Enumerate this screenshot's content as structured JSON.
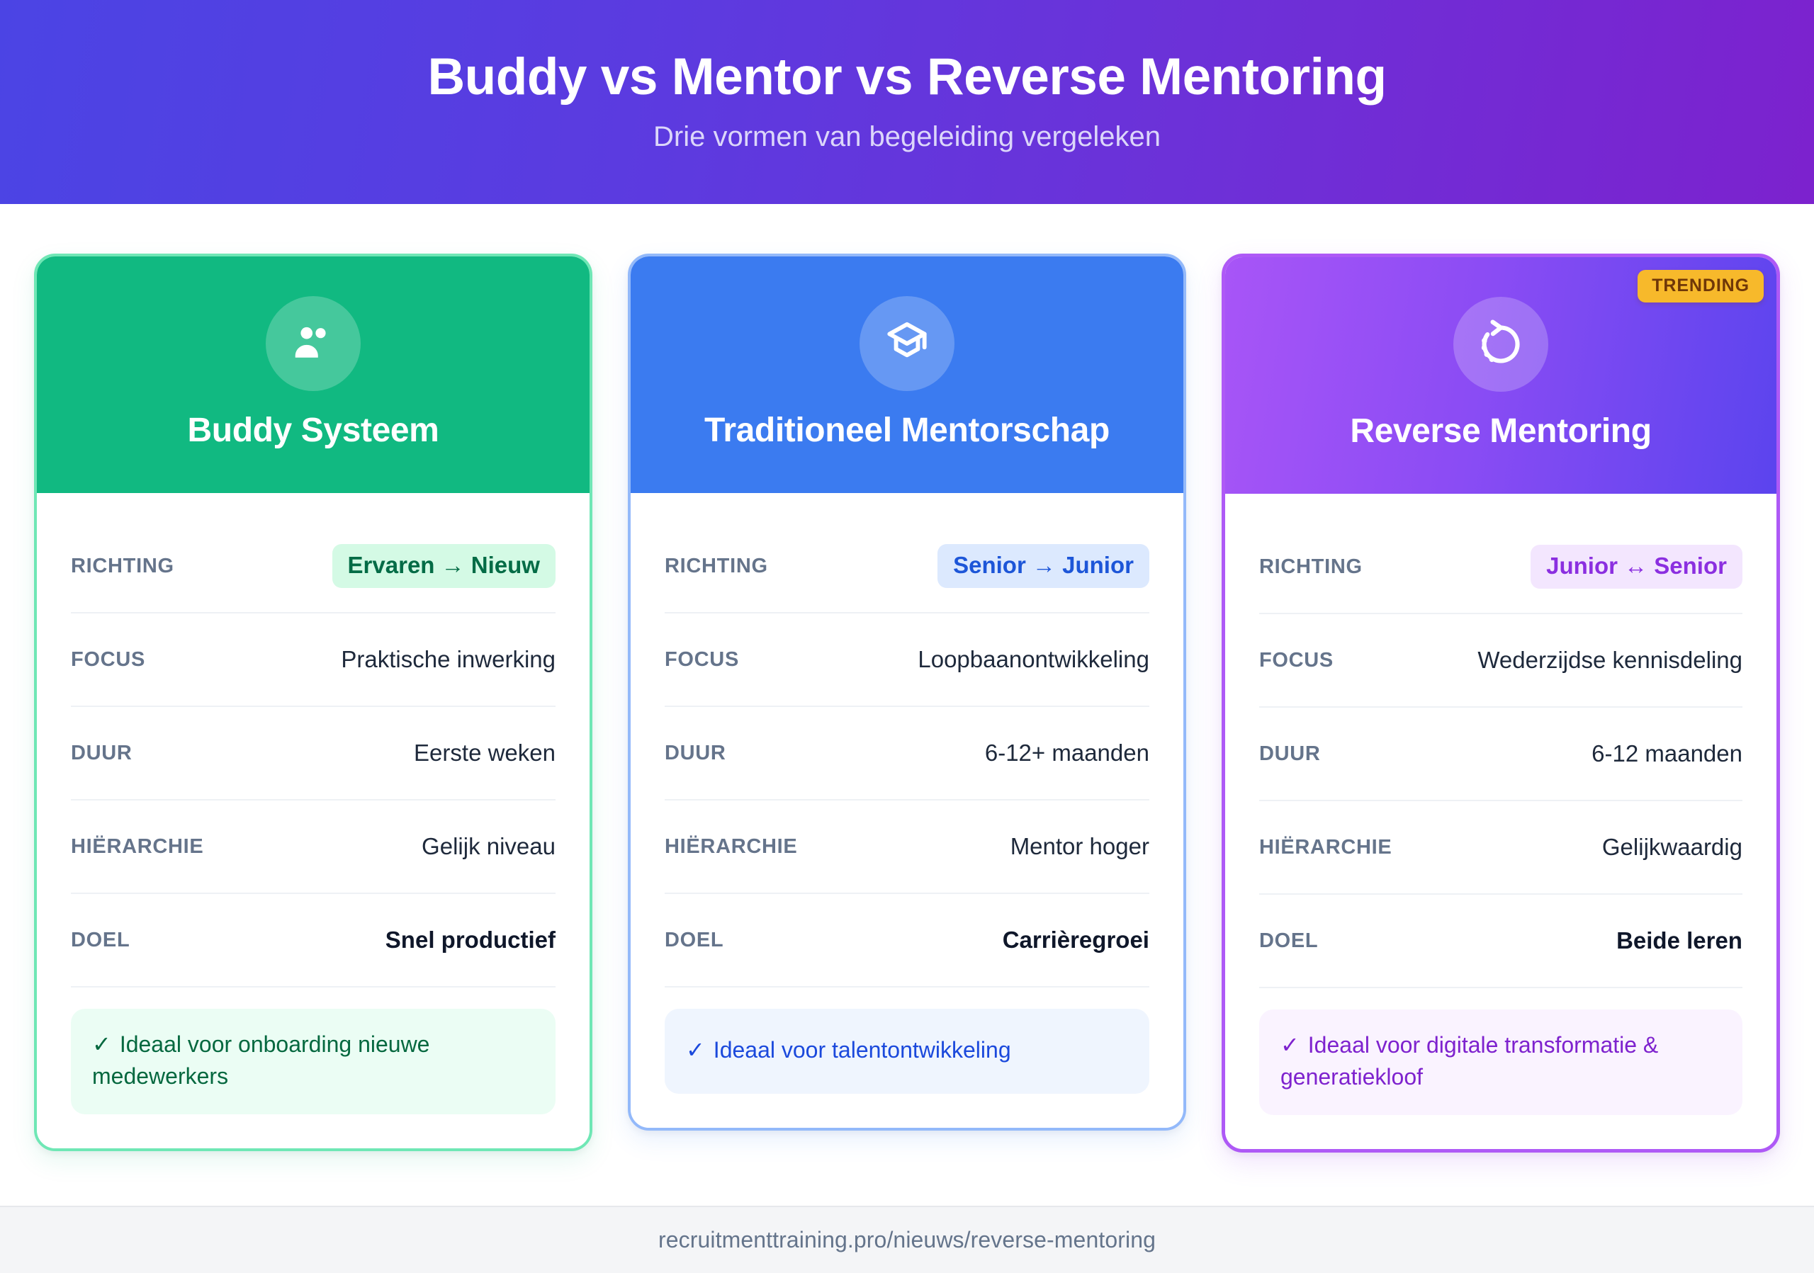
{
  "header": {
    "title": "Buddy vs Mentor vs Reverse Mentoring",
    "subtitle": "Drie vormen van begeleiding vergeleken",
    "gradient_from": "#4B44E4",
    "gradient_to": "#7C22CE"
  },
  "cards": [
    {
      "id": "buddy",
      "title": "Buddy Systeem",
      "icon": "people-icon",
      "accent": "#11B981",
      "border": "#6FE7B5",
      "pill_bg": "#D4FAE5",
      "pill_text": "#046C46",
      "badge": null,
      "rows": [
        {
          "label": "RICHTING",
          "value": "Ervaren → Nieuw",
          "style": "pill"
        },
        {
          "label": "FOCUS",
          "value": "Praktische inwerking",
          "style": "plain"
        },
        {
          "label": "DUUR",
          "value": "Eerste weken",
          "style": "plain"
        },
        {
          "label": "HIËRARCHIE",
          "value": "Gelijk niveau",
          "style": "plain"
        },
        {
          "label": "DOEL",
          "value": "Snel productief",
          "style": "strong"
        }
      ],
      "callout": {
        "tick": "✓",
        "text": "Ideaal voor onboarding nieuwe medewerkers",
        "bg": "#EBFDF4",
        "text_color": "#05683F"
      }
    },
    {
      "id": "mentor",
      "title": "Traditioneel Mentorschap",
      "icon": "graduation-cap-icon",
      "accent": "#3B7BF0",
      "border": "#93B9FA",
      "pill_bg": "#DCE9FE",
      "pill_text": "#1D56D8",
      "badge": null,
      "rows": [
        {
          "label": "RICHTING",
          "value": "Senior → Junior",
          "style": "pill"
        },
        {
          "label": "FOCUS",
          "value": "Loopbaanontwikkeling",
          "style": "plain"
        },
        {
          "label": "DUUR",
          "value": "6-12+ maanden",
          "style": "plain"
        },
        {
          "label": "HIËRARCHIE",
          "value": "Mentor hoger",
          "style": "plain"
        },
        {
          "label": "DOEL",
          "value": "Carrièregroei",
          "style": "strong"
        }
      ],
      "callout": {
        "tick": "✓",
        "text": "Ideaal voor talentontwikkeling",
        "bg": "#EFF5FE",
        "text_color": "#1B49DC"
      }
    },
    {
      "id": "reverse",
      "title": "Reverse Mentoring",
      "icon": "rotate-left-icon",
      "accent": "#A855F7",
      "border": "#AE59F6",
      "pill_bg": "#F3E6FE",
      "pill_text": "#8B2FE0",
      "badge": {
        "label": "TRENDING",
        "bg": "#F7B92B",
        "text_color": "#6F3708"
      },
      "rows": [
        {
          "label": "RICHTING",
          "value": "Junior ↔ Senior",
          "style": "pill"
        },
        {
          "label": "FOCUS",
          "value": "Wederzijdse kennisdeling",
          "style": "plain"
        },
        {
          "label": "DUUR",
          "value": "6-12 maanden",
          "style": "plain"
        },
        {
          "label": "HIËRARCHIE",
          "value": "Gelijkwaardig",
          "style": "plain"
        },
        {
          "label": "DOEL",
          "value": "Beide leren",
          "style": "strong"
        }
      ],
      "callout": {
        "tick": "✓",
        "text": "Ideaal voor digitale transformatie & generatiekloof",
        "bg": "#FAF3FF",
        "text_color": "#7E22CE"
      }
    }
  ],
  "footer": {
    "url": "recruitmenttraining.pro/nieuws/reverse-mentoring"
  }
}
